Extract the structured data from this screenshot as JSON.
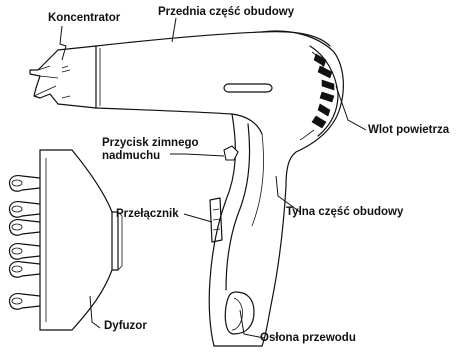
{
  "labels": {
    "concentrator": "Koncentrator",
    "front_housing": "Przednia część obudowy",
    "cold_shot_button_line1": "Przycisk zimnego",
    "cold_shot_button_line2": "nadmuchu",
    "air_intake": "Wlot powietrza",
    "switch": "Przełącznik",
    "rear_housing": "Tylna część obudowy",
    "diffuser": "Dyfuzor",
    "cord_guard": "Osłona przewodu"
  }
}
